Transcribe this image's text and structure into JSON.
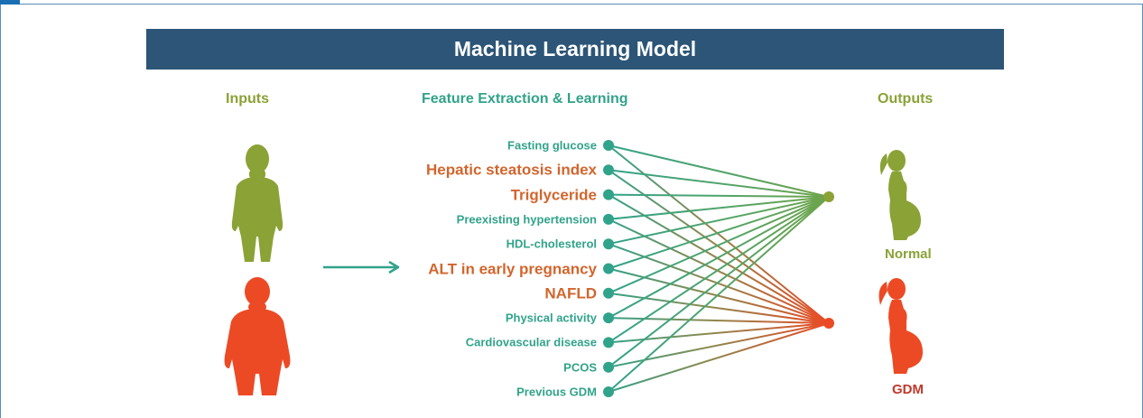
{
  "title": "Machine Learning Model",
  "headings": {
    "inputs": "Inputs",
    "feature": "Feature Extraction & Learning",
    "outputs": "Outputs"
  },
  "features": [
    {
      "label": "Fasting glucose",
      "emphasis": "minor"
    },
    {
      "label": "Hepatic steatosis index",
      "emphasis": "major"
    },
    {
      "label": "Triglyceride",
      "emphasis": "major"
    },
    {
      "label": "Preexisting hypertension",
      "emphasis": "minor"
    },
    {
      "label": "HDL-cholesterol",
      "emphasis": "minor"
    },
    {
      "label": "ALT in early pregnancy",
      "emphasis": "major"
    },
    {
      "label": "NAFLD",
      "emphasis": "major"
    },
    {
      "label": "Physical activity",
      "emphasis": "minor"
    },
    {
      "label": "Cardiovascular disease",
      "emphasis": "minor"
    },
    {
      "label": "PCOS",
      "emphasis": "minor"
    },
    {
      "label": "Previous GDM",
      "emphasis": "minor"
    }
  ],
  "outputs": {
    "normal": "Normal",
    "gdm": "GDM"
  },
  "colors": {
    "title_bar": "#2c5577",
    "teal": "#31a38a",
    "green": "#8aa236",
    "orange": "#d2652d",
    "red": "#ec4a24",
    "gdm_text": "#c0392b"
  },
  "icons": {
    "input_normal": "woman-silhouette-icon",
    "input_obese": "obese-woman-silhouette-icon",
    "arrow": "right-arrow-icon",
    "output_normal": "pregnant-woman-icon",
    "output_gdm": "pregnant-woman-icon"
  }
}
